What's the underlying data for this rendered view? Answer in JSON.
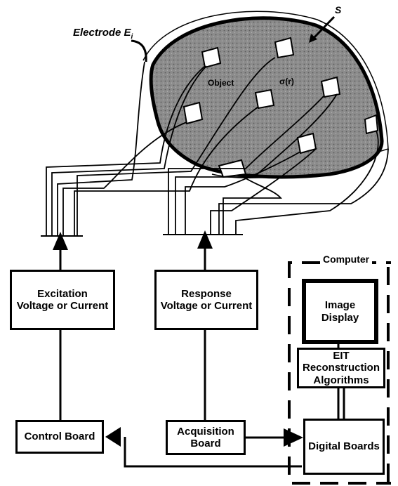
{
  "labels": {
    "electrode": "Electrode E",
    "electrode_sub": "i",
    "surface": "S",
    "object": "Object",
    "sigma": "σ(r)",
    "computer": "Computer"
  },
  "blocks": {
    "excitation": {
      "line1": "Excitation",
      "line2": "Voltage or Current"
    },
    "response": {
      "line1": "Response",
      "line2": "Voltage or Current"
    },
    "image_display": {
      "line1": "Image",
      "line2": "Display"
    },
    "eit": {
      "line1": "EIT",
      "line2": "Reconstruction",
      "line3": "Algorithms"
    },
    "control_board": {
      "line1": "Control Board"
    },
    "acquisition_board": {
      "line1": "Acquisition",
      "line2": "Board"
    },
    "digital_boards": {
      "line1": "Digital Boards"
    }
  },
  "colors": {
    "stroke": "#000000",
    "object_fill": "#8c8c8c",
    "background": "#ffffff"
  }
}
